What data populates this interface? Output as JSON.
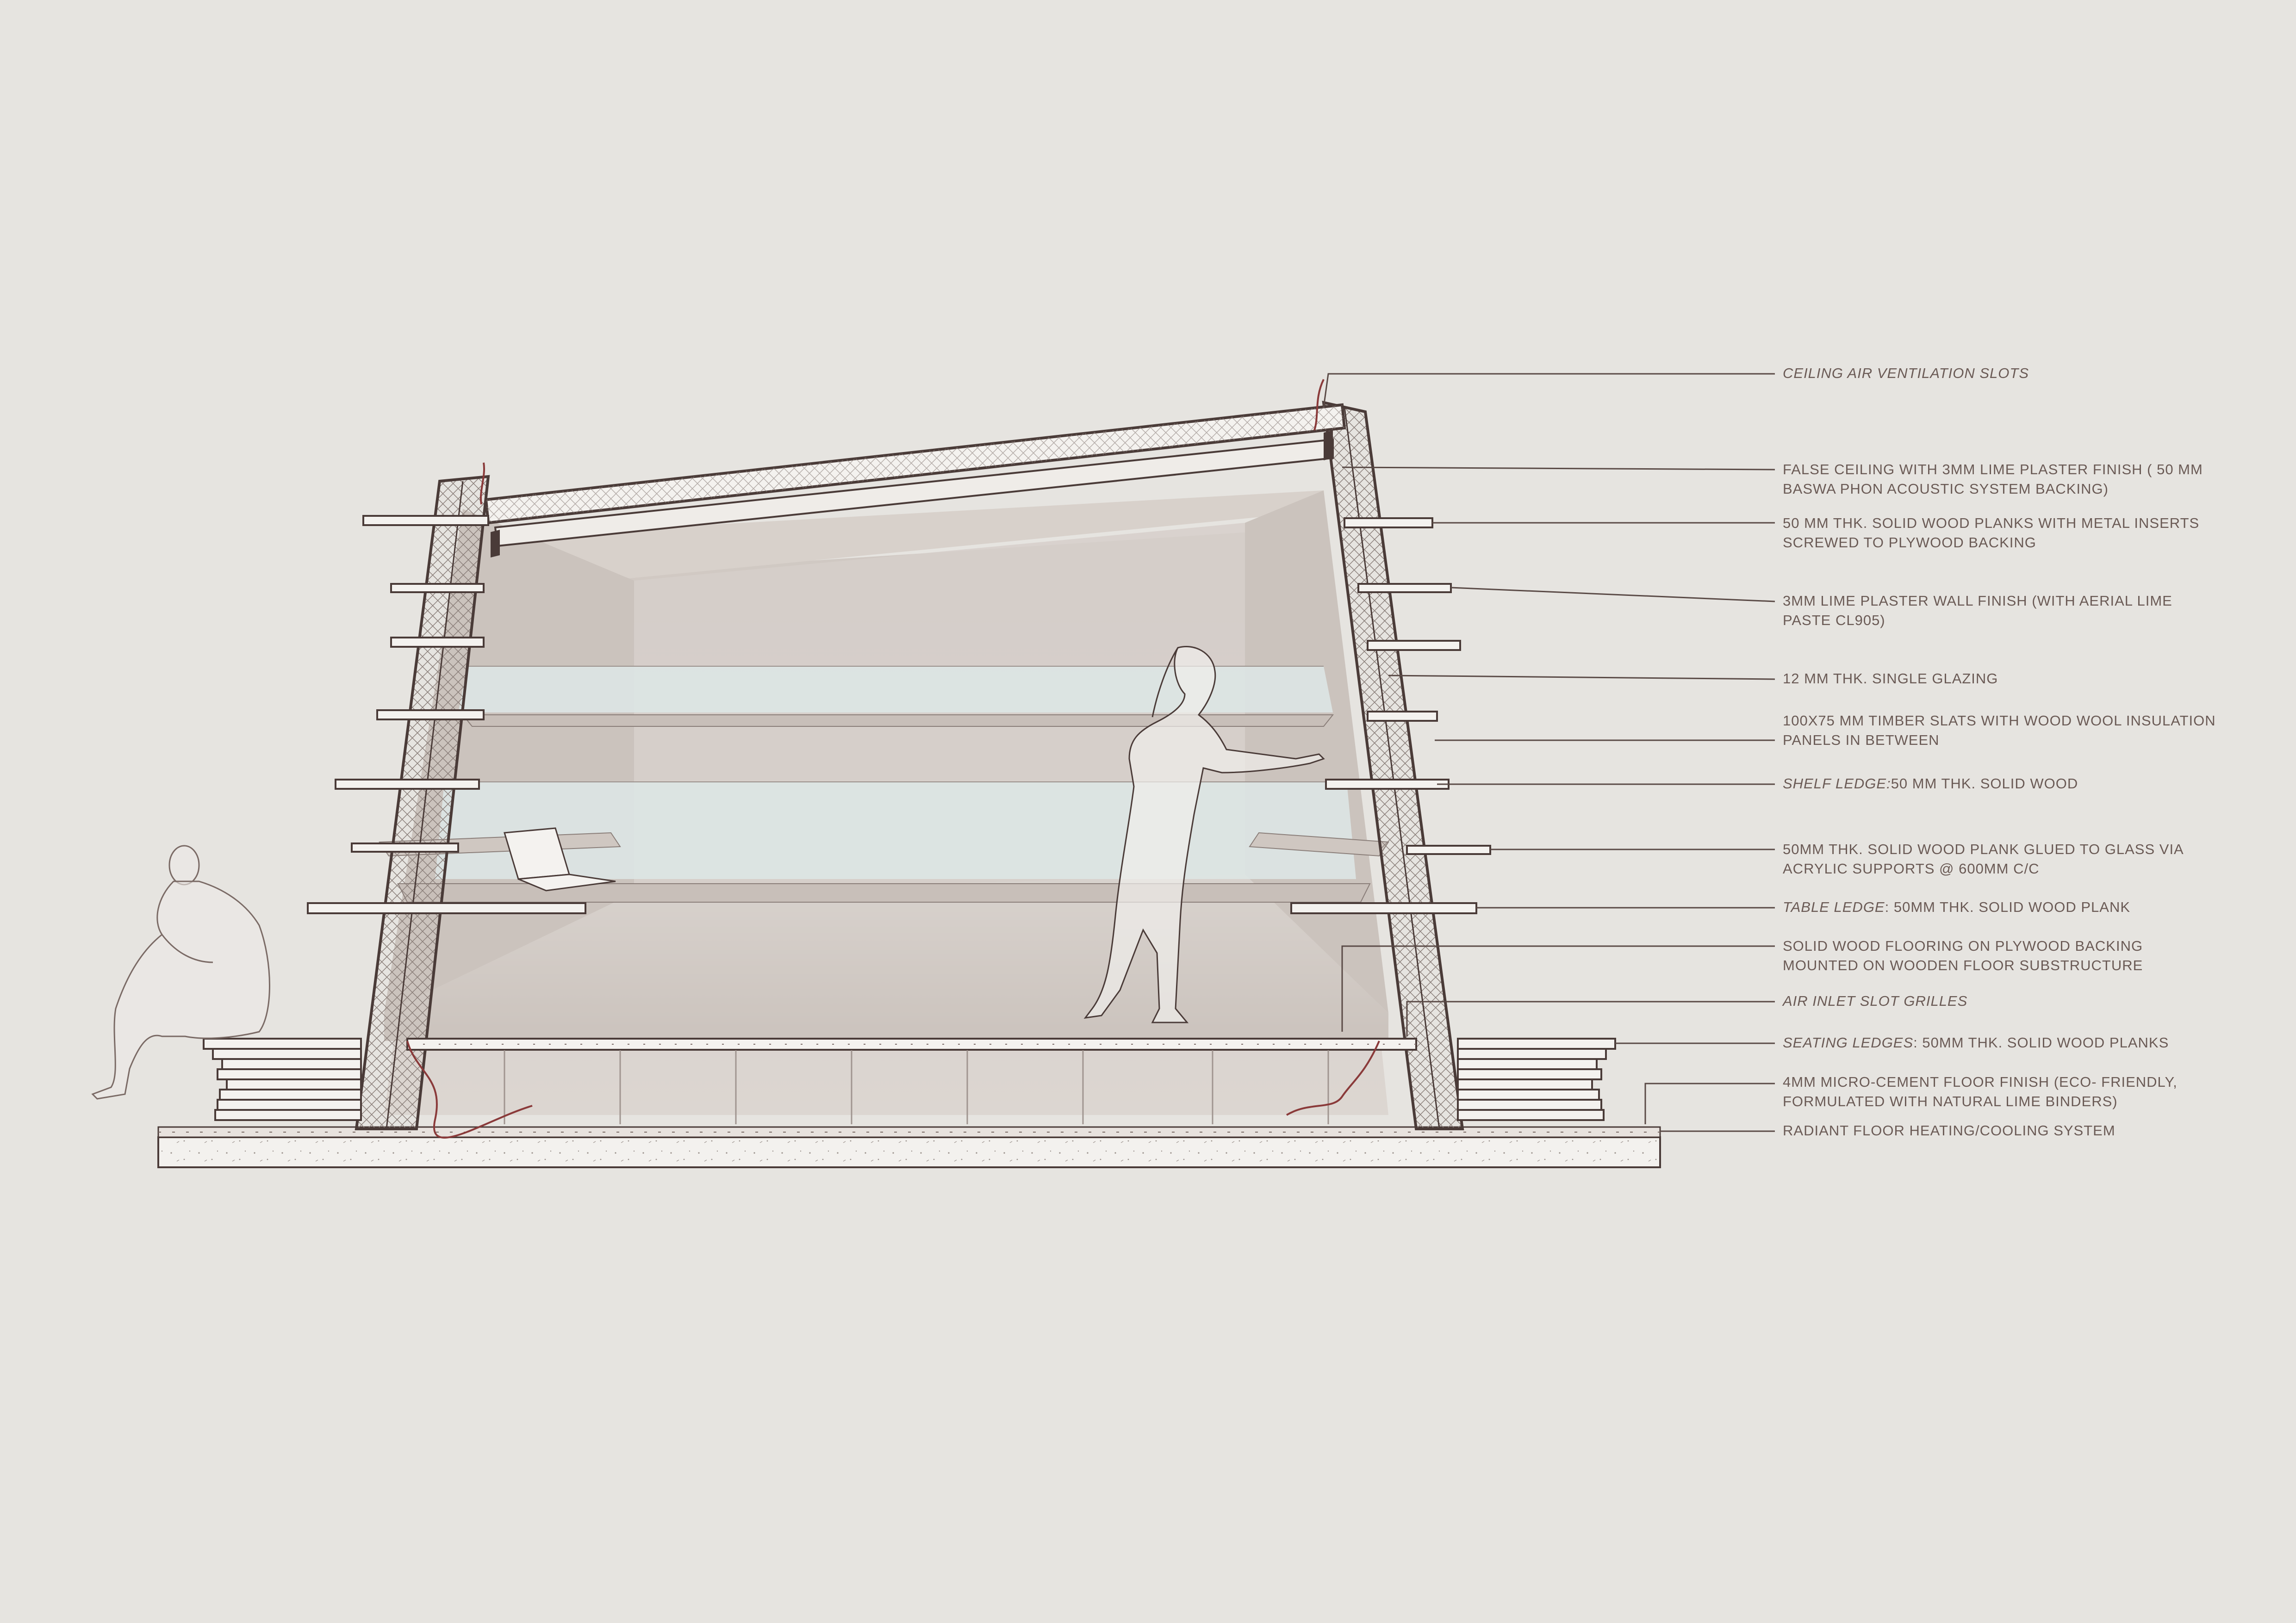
{
  "annotations": [
    {
      "id": "ceiling-vent",
      "lines": [
        {
          "italic": "CEILING AIR VENTILATION SLOTS",
          "plain": ""
        }
      ]
    },
    {
      "id": "false-ceiling",
      "lines": [
        {
          "italic": "",
          "plain": "FALSE CEILING WITH 3MM LIME PLASTER FINISH ( 50 MM"
        },
        {
          "italic": "",
          "plain": "BASWA PHON ACOUSTIC SYSTEM BACKING)"
        }
      ]
    },
    {
      "id": "wood-planks-metal",
      "lines": [
        {
          "italic": "",
          "plain": "50 MM THK. SOLID WOOD PLANKS WITH METAL INSERTS"
        },
        {
          "italic": "",
          "plain": "SCREWED TO PLYWOOD BACKING"
        }
      ]
    },
    {
      "id": "lime-plaster-wall",
      "lines": [
        {
          "italic": "",
          "plain": "3MM LIME PLASTER WALL FINISH (WITH AERIAL LIME"
        },
        {
          "italic": "",
          "plain": "PASTE CL905)"
        }
      ]
    },
    {
      "id": "single-glazing",
      "lines": [
        {
          "italic": "",
          "plain": "12 MM THK. SINGLE GLAZING"
        }
      ]
    },
    {
      "id": "timber-slats",
      "lines": [
        {
          "italic": "",
          "plain": "100X75 MM TIMBER SLATS WITH WOOD WOOL INSULATION"
        },
        {
          "italic": "",
          "plain": "PANELS IN BETWEEN"
        }
      ]
    },
    {
      "id": "shelf-ledge",
      "lines": [
        {
          "italic": "SHELF LEDGE:",
          "plain": "50 MM THK. SOLID WOOD"
        }
      ]
    },
    {
      "id": "plank-glued-glass",
      "lines": [
        {
          "italic": "",
          "plain": "50MM THK. SOLID WOOD PLANK GLUED TO GLASS VIA"
        },
        {
          "italic": "",
          "plain": "ACRYLIC SUPPORTS @ 600MM C/C"
        }
      ]
    },
    {
      "id": "table-ledge",
      "lines": [
        {
          "italic": "TABLE LEDGE",
          "plain": ": 50MM THK. SOLID WOOD PLANK"
        }
      ]
    },
    {
      "id": "solid-wood-flooring",
      "lines": [
        {
          "italic": "",
          "plain": "SOLID WOOD FLOORING ON PLYWOOD BACKING"
        },
        {
          "italic": "",
          "plain": "MOUNTED ON WOODEN FLOOR SUBSTRUCTURE"
        }
      ]
    },
    {
      "id": "air-inlet",
      "lines": [
        {
          "italic": "AIR INLET SLOT GRILLES",
          "plain": ""
        }
      ]
    },
    {
      "id": "seating-ledges",
      "lines": [
        {
          "italic": "SEATING LEDGES",
          "plain": ": 50MM THK. SOLID WOOD PLANKS"
        }
      ]
    },
    {
      "id": "micro-cement",
      "lines": [
        {
          "italic": "",
          "plain": " 4MM MICRO-CEMENT FLOOR FINISH (ECO- FRIENDLY,"
        },
        {
          "italic": "",
          "plain": "FORMULATED WITH NATURAL LIME BINDERS)"
        }
      ]
    },
    {
      "id": "radiant-floor",
      "lines": [
        {
          "italic": "",
          "plain": "RADIANT FLOOR HEATING/COOLING SYSTEM"
        }
      ]
    }
  ],
  "colors": {
    "background": "#e6e4e0",
    "structure": "#4a3b38",
    "interior": "#d3ccc6",
    "glass": "#dde6e4",
    "leader": "#5a4a46",
    "airflow": "#8a3a3a",
    "text": "#6a5a55"
  }
}
